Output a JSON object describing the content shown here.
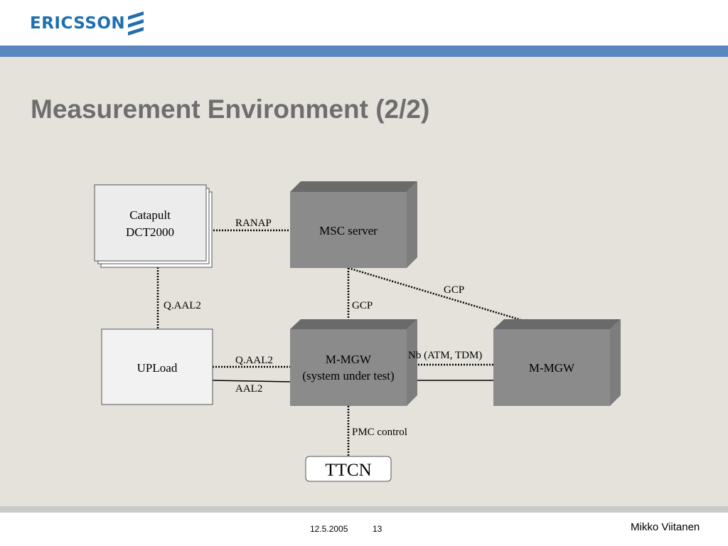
{
  "header": {
    "logo_text": "ERICSSON"
  },
  "slide": {
    "title": "Measurement Environment (2/2)"
  },
  "diagram": {
    "nodes": {
      "catapult_line1": "Catapult",
      "catapult_line2": "DCT2000",
      "msc_server": "MSC server",
      "upload": "UPLoad",
      "mgw_sut_line1": "M-MGW",
      "mgw_sut_line2": "(system under test)",
      "mgw_peer": "M-MGW",
      "ttcn": "TTCN"
    },
    "links": {
      "ranap": "RANAP",
      "qaal2_vertical": "Q.AAL2",
      "gcp_vertical": "GCP",
      "gcp_diagonal": "GCP",
      "qaal2_horizontal": "Q.AAL2",
      "aal2": "AAL2",
      "nb": "Nb (ATM, TDM)",
      "pmc": "PMC control"
    }
  },
  "footer": {
    "date": "12.5.2005",
    "page": "13",
    "author": "Mikko Viitanen"
  },
  "colors": {
    "accent_blue": "#5b87c0",
    "logo_blue": "#1f6fb0",
    "slide_bg": "#e4e2da",
    "box_gray": "#8a8a8a"
  }
}
